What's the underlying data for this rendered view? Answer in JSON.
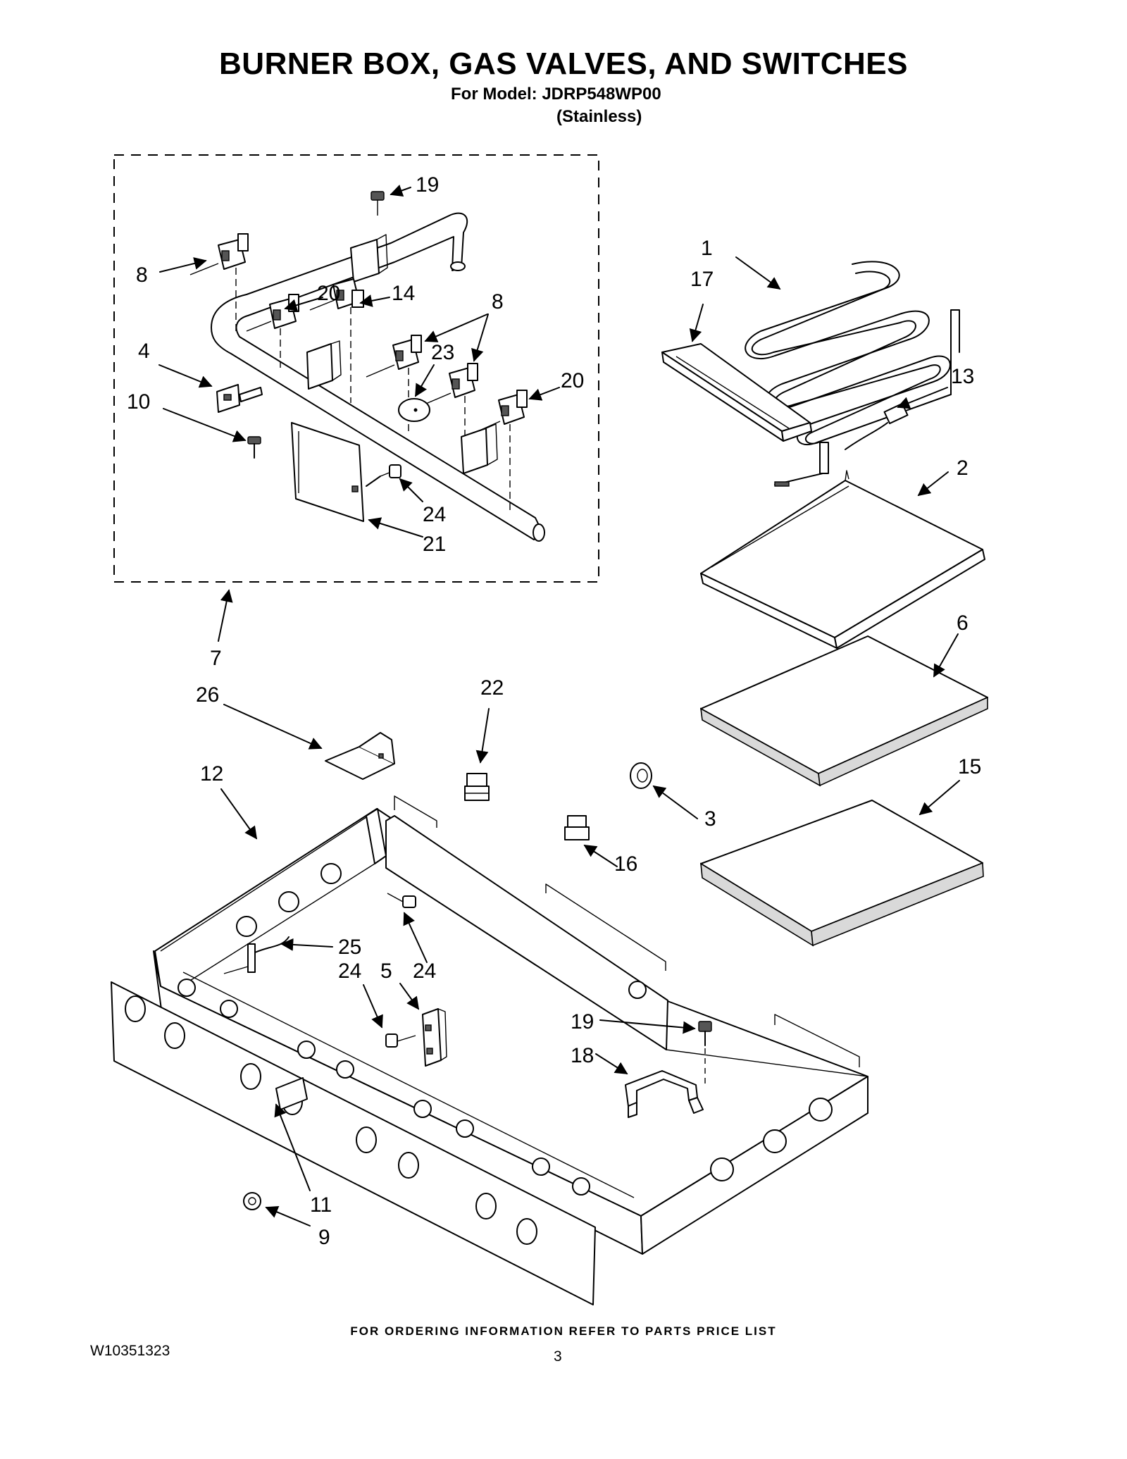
{
  "header": {
    "title": "BURNER BOX, GAS VALVES, AND SWITCHES",
    "model_line": "For Model: JDRP548WP00",
    "variant": "(Stainless)"
  },
  "callouts": [
    "19",
    "8",
    "20",
    "14",
    "8",
    "1",
    "17",
    "4",
    "23",
    "20",
    "13",
    "10",
    "2",
    "24",
    "21",
    "7",
    "6",
    "22",
    "26",
    "12",
    "3",
    "15",
    "16",
    "25",
    "24",
    "5",
    "24",
    "19",
    "18",
    "11",
    "9"
  ],
  "footer": {
    "note": "FOR ORDERING INFORMATION REFER TO PARTS PRICE LIST",
    "doc_number": "W10351323",
    "page": "3"
  }
}
